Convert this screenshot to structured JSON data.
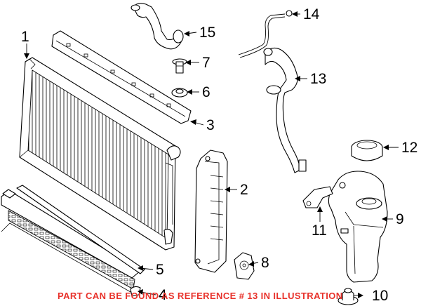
{
  "callouts": [
    {
      "id": "c1",
      "label": "1"
    },
    {
      "id": "c2",
      "label": "2"
    },
    {
      "id": "c3",
      "label": "3"
    },
    {
      "id": "c4",
      "label": "4"
    },
    {
      "id": "c5",
      "label": "5"
    },
    {
      "id": "c6",
      "label": "6"
    },
    {
      "id": "c7",
      "label": "7"
    },
    {
      "id": "c8",
      "label": "8"
    },
    {
      "id": "c9",
      "label": "9"
    },
    {
      "id": "c10",
      "label": "10"
    },
    {
      "id": "c11",
      "label": "11"
    },
    {
      "id": "c12",
      "label": "12"
    },
    {
      "id": "c13",
      "label": "13"
    },
    {
      "id": "c14",
      "label": "14"
    },
    {
      "id": "c15",
      "label": "15"
    }
  ],
  "notice": "PART CAN BE FOUND AS REFERENCE # 13 IN ILLUSTRATION",
  "colors": {
    "notice": "#e8322b",
    "line": "#000000",
    "background": "#ffffff"
  }
}
